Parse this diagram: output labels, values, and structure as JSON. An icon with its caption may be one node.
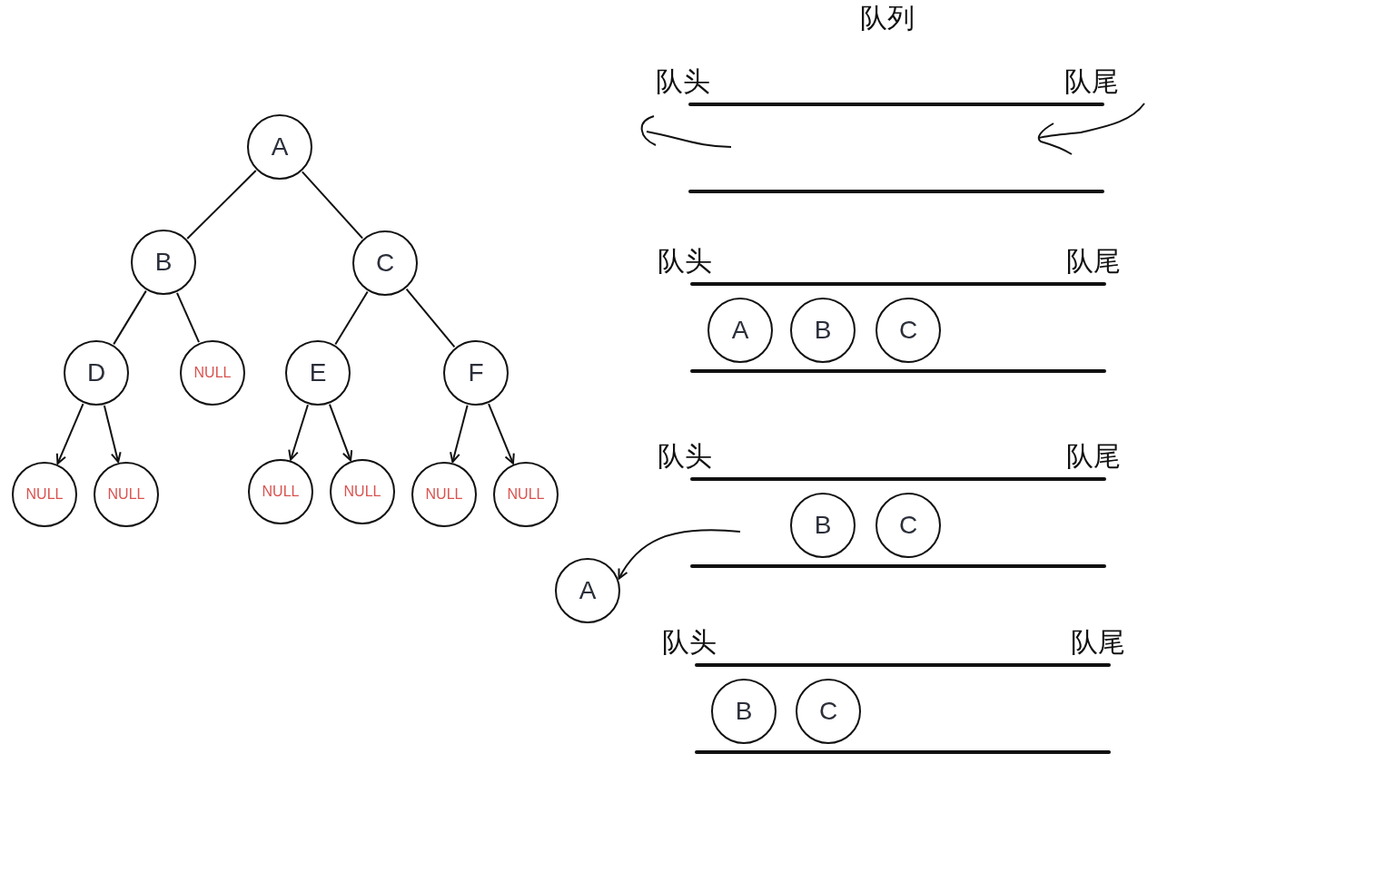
{
  "diagram": {
    "title": "队列",
    "nodes": [
      {
        "text": [
          "A"
        ]
      },
      {
        "text": [
          "B"
        ]
      },
      {
        "text": [
          "C"
        ]
      },
      {
        "text": [
          "D"
        ]
      },
      {
        "text": [
          "NULL"
        ]
      },
      {
        "text": [
          "E"
        ]
      },
      {
        "text": [
          "F"
        ]
      },
      {
        "text": [
          "NULL"
        ]
      },
      {
        "text": [
          "NULL"
        ]
      },
      {
        "text": [
          "NULL"
        ]
      },
      {
        "text": [
          "NULL"
        ]
      },
      {
        "text": [
          "NULL"
        ]
      },
      {
        "text": [
          "NULL"
        ]
      },
      {
        "text": [
          "A"
        ]
      },
      {
        "text": [
          "B"
        ]
      },
      {
        "text": [
          "C"
        ]
      },
      {
        "text": [
          "B"
        ]
      },
      {
        "text": [
          "C"
        ]
      },
      {
        "text": [
          "A"
        ]
      },
      {
        "text": [
          "B"
        ]
      },
      {
        "text": [
          "C"
        ]
      }
    ],
    "edges": [
      {
        "from": 0,
        "to": 1,
        "arrow": "none"
      },
      {
        "from": 0,
        "to": 2,
        "arrow": "none"
      },
      {
        "from": 1,
        "to": 3,
        "arrow": "none"
      },
      {
        "from": 1,
        "to": 4,
        "arrow": "none"
      },
      {
        "from": 2,
        "to": 5,
        "arrow": "none"
      },
      {
        "from": 2,
        "to": 6,
        "arrow": "none"
      },
      {
        "from": 3,
        "to": 7,
        "arrow": "to"
      },
      {
        "from": 3,
        "to": 8,
        "arrow": "to"
      },
      {
        "from": 5,
        "to": 9,
        "arrow": "to"
      },
      {
        "from": 5,
        "to": 10,
        "arrow": "to"
      },
      {
        "from": 6,
        "to": 11,
        "arrow": "to"
      },
      {
        "from": 6,
        "to": 12,
        "arrow": "to"
      },
      {
        "from": null,
        "to": 18,
        "arrow": "to"
      }
    ],
    "labels": [
      "队头",
      "队尾",
      "队头",
      "队尾",
      "队头",
      "队尾",
      "队头",
      "队尾"
    ]
  }
}
